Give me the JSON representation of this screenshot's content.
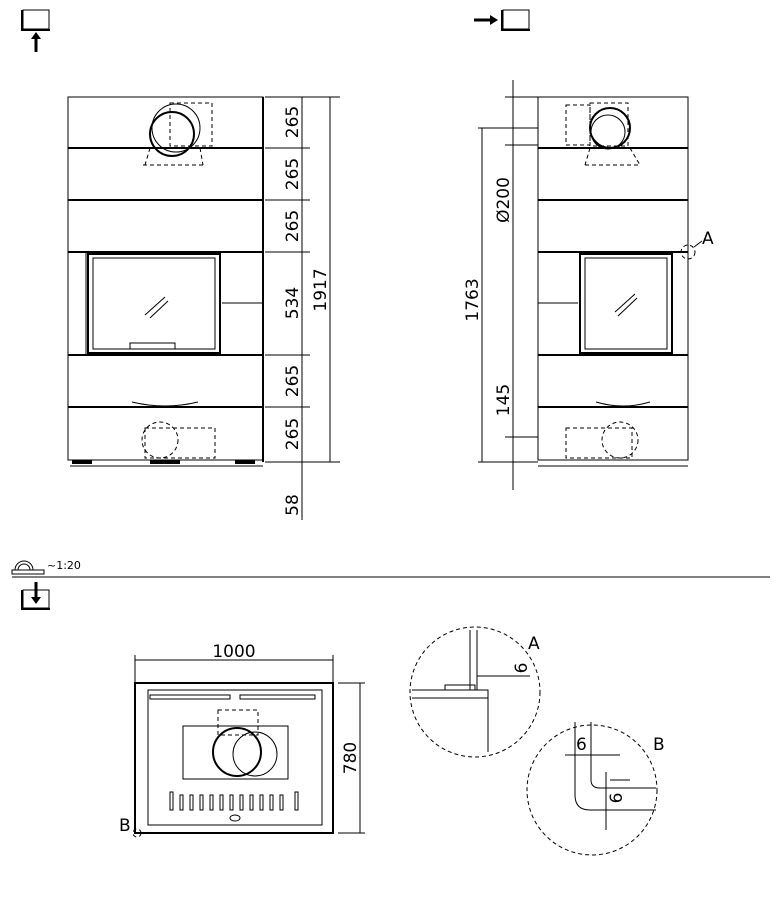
{
  "front_view": {
    "dims": [
      "265",
      "265",
      "265",
      "534",
      "265",
      "265",
      "58"
    ],
    "total": "1917"
  },
  "side_view": {
    "diameter": "Ø200",
    "height": "1763",
    "bottom": "145",
    "detail_marker": "A"
  },
  "scale": {
    "label": "~1:20"
  },
  "top_view": {
    "width": "1000",
    "depth": "780",
    "detail_marker": "B"
  },
  "detail_a": {
    "label": "A",
    "gap": "6"
  },
  "detail_b": {
    "label": "B",
    "gap_x": "6",
    "gap_y": "6"
  }
}
